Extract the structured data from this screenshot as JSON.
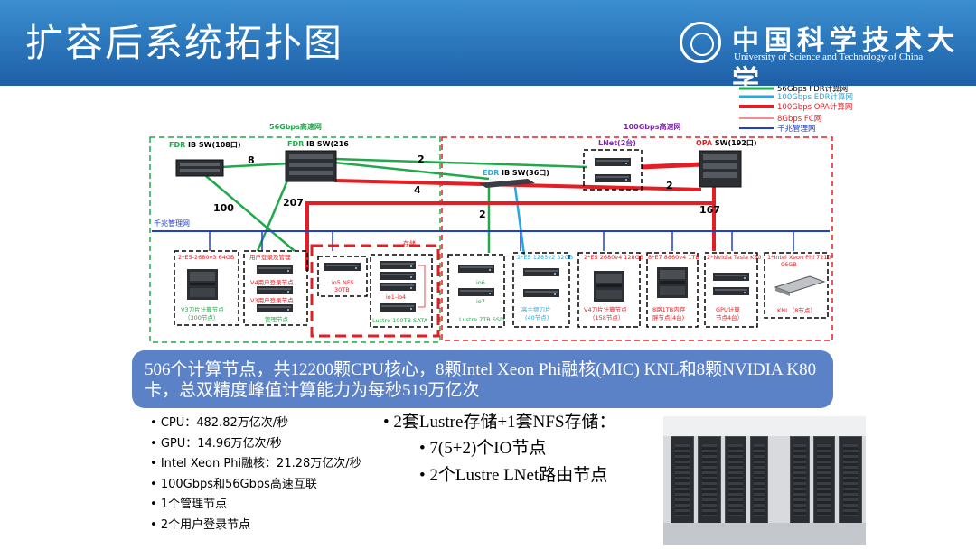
{
  "page": {
    "title": "扩容后系统拓扑图",
    "logo": {
      "cn": "中国科学技术大学",
      "en": "University of Science and Technology of China"
    }
  },
  "diagram": {
    "legend": [
      {
        "label": "56Gbps FDR计算网",
        "color": "#21a84a"
      },
      {
        "label": "100Gbps EDR计算网",
        "color": "#29a8e0"
      },
      {
        "label": "100Gbps OPA计算网",
        "color": "#e31e24"
      },
      {
        "label": "8Gbps FC网",
        "color": "#e31e24"
      },
      {
        "label": "千兆管理网",
        "color": "#1f3fd4"
      }
    ],
    "regions": {
      "left": "56Gbps高速网",
      "right": "100Gbps高速网",
      "storage": "存储"
    },
    "switches": {
      "fdr108_a": "FDR",
      "fdr108_b": " IB SW(108口)",
      "fdr216_a": "FDR",
      "fdr216_b": " IB SW(216",
      "edr36_a": "EDR",
      "edr36_b": " IB SW(36口)",
      "lnet": "LNet(2台)",
      "opa_a": "OPA",
      "opa_b": " SW(192口)"
    },
    "links": {
      "l8": "8",
      "l100": "100",
      "l207": "207",
      "l2a": "2",
      "l4": "4",
      "l2b": "2",
      "l2c": "2",
      "l167": "167"
    },
    "mgmt_label": "千兆管理网",
    "groups": {
      "v3_top": "2*E5-2680v3  64GB",
      "v3_bottom_1": "V3刀片计算节点",
      "v3_bottom_2": "（300节点）",
      "login_top": "用户登录及管理",
      "login_v4": "V4用户登录节点",
      "login_v3": "V3用户登录节点",
      "mgmt_node": "管理节点",
      "io5_1": "io5 NFS",
      "io5_2": "30TB",
      "io1": "io1-io4",
      "lustre100": "Lustre 100TB SATA",
      "io6": "io6",
      "io7": "io7",
      "lustre7": "Lustre 7TB SSD",
      "cpu_top": "2*E5 1285v2 32GB",
      "fat_1": "高主频刀片",
      "fat_2": "(40节点)",
      "v4_top": "2*E5 2680v4 128GB",
      "v4_1": "V4刀片计算节点",
      "v4_2": "（158节点）",
      "mem_top": "8*E7 8860v4 1TB",
      "mem_1": "8路1TB内存",
      "mem_2": "胖节点(4台)",
      "gpu_top": "2*Nvidia Tesla K80",
      "gpu_1": "GPU计算",
      "gpu_2": "节点4台）",
      "knl_top_1": "1*Intel Xeon Phi 7210",
      "knl_top_2": "96GB",
      "knl_1": "KNL（8节点）"
    }
  },
  "summary": "506个计算节点，共12200颗CPU核心，8颗Intel Xeon Phi融核(MIC) KNL和8颗NVIDIA K80卡，总双精度峰值计算能力为每秒519万亿次",
  "bullets_left": [
    "CPU：482.82万亿次/秒",
    "GPU：14.96万亿次/秒",
    "Intel Xeon Phi融核：21.28万亿次/秒",
    "100Gbps和56Gbps高速互联",
    "1个管理节点",
    "2个用户登录节点"
  ],
  "bullets_right": {
    "main": "2套Lustre存储+1套NFS存储：",
    "subs": [
      "7(5+2)个IO节点",
      "2个Lustre LNet路由节点"
    ]
  }
}
